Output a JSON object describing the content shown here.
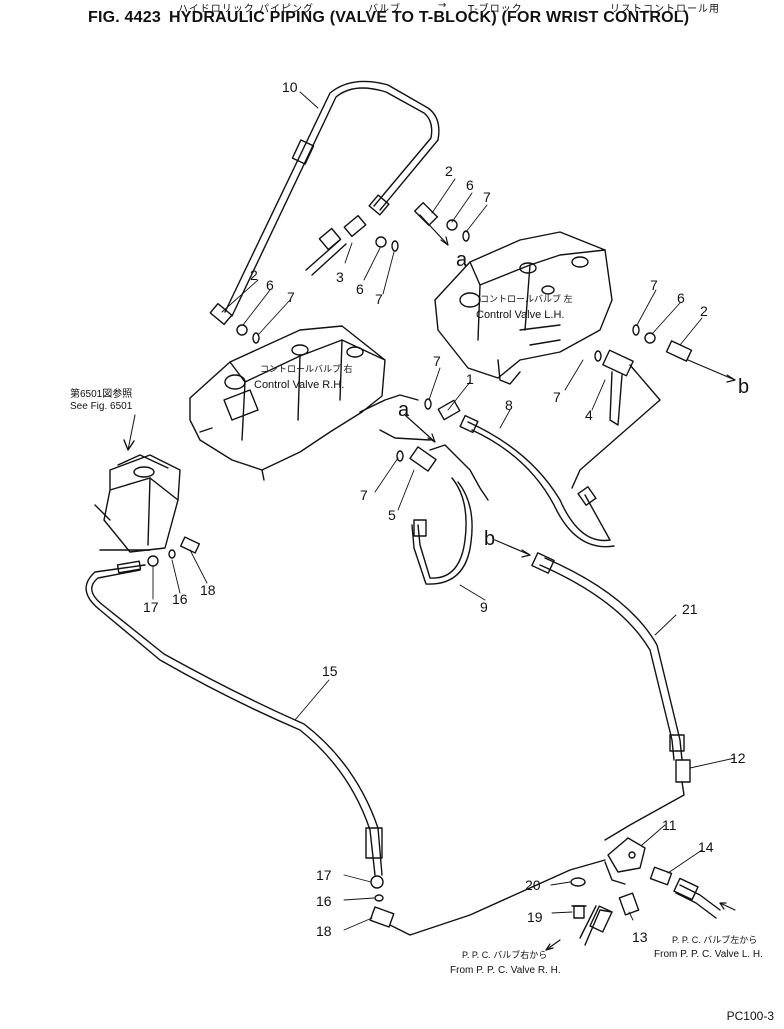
{
  "header": {
    "subtitle_jp": [
      "ハイドロリック パイピング",
      "バルブ",
      "→",
      "T-ブロック",
      "リストコントロール用"
    ],
    "fig_no": "FIG. 4423",
    "title": "HYDRAULIC PIPING (VALVE TO T-BLOCK) (FOR WRIST CONTROL)"
  },
  "labels": {
    "valve_lh_jp": "コントロールバルブ 左",
    "valve_lh_en": "Control Valve L.H.",
    "valve_rh_jp": "コントロールバルブ 右",
    "valve_rh_en": "Control Valve R.H.",
    "see_fig_jp": "第6501図参照",
    "see_fig_en": "See Fig. 6501",
    "ppc_rh_jp": "P. P. C. バルブ右から",
    "ppc_rh_en": "From P. P. C. Valve R. H.",
    "ppc_lh_jp": "P. P. C. バルブ左から",
    "ppc_lh_en": "From P. P. C. Valve L. H."
  },
  "callouts": [
    "10",
    "2",
    "6",
    "7",
    "3",
    "6",
    "7",
    "2",
    "6",
    "7",
    "7",
    "6",
    "2",
    "7",
    "1",
    "8",
    "7",
    "4",
    "5",
    "7",
    "9",
    "21",
    "15",
    "12",
    "11",
    "14",
    "17",
    "16",
    "18",
    "20",
    "19",
    "13",
    "17",
    "16",
    "18"
  ],
  "tags": [
    "a",
    "a",
    "b",
    "b"
  ],
  "footer": {
    "page": "PC100-3"
  }
}
